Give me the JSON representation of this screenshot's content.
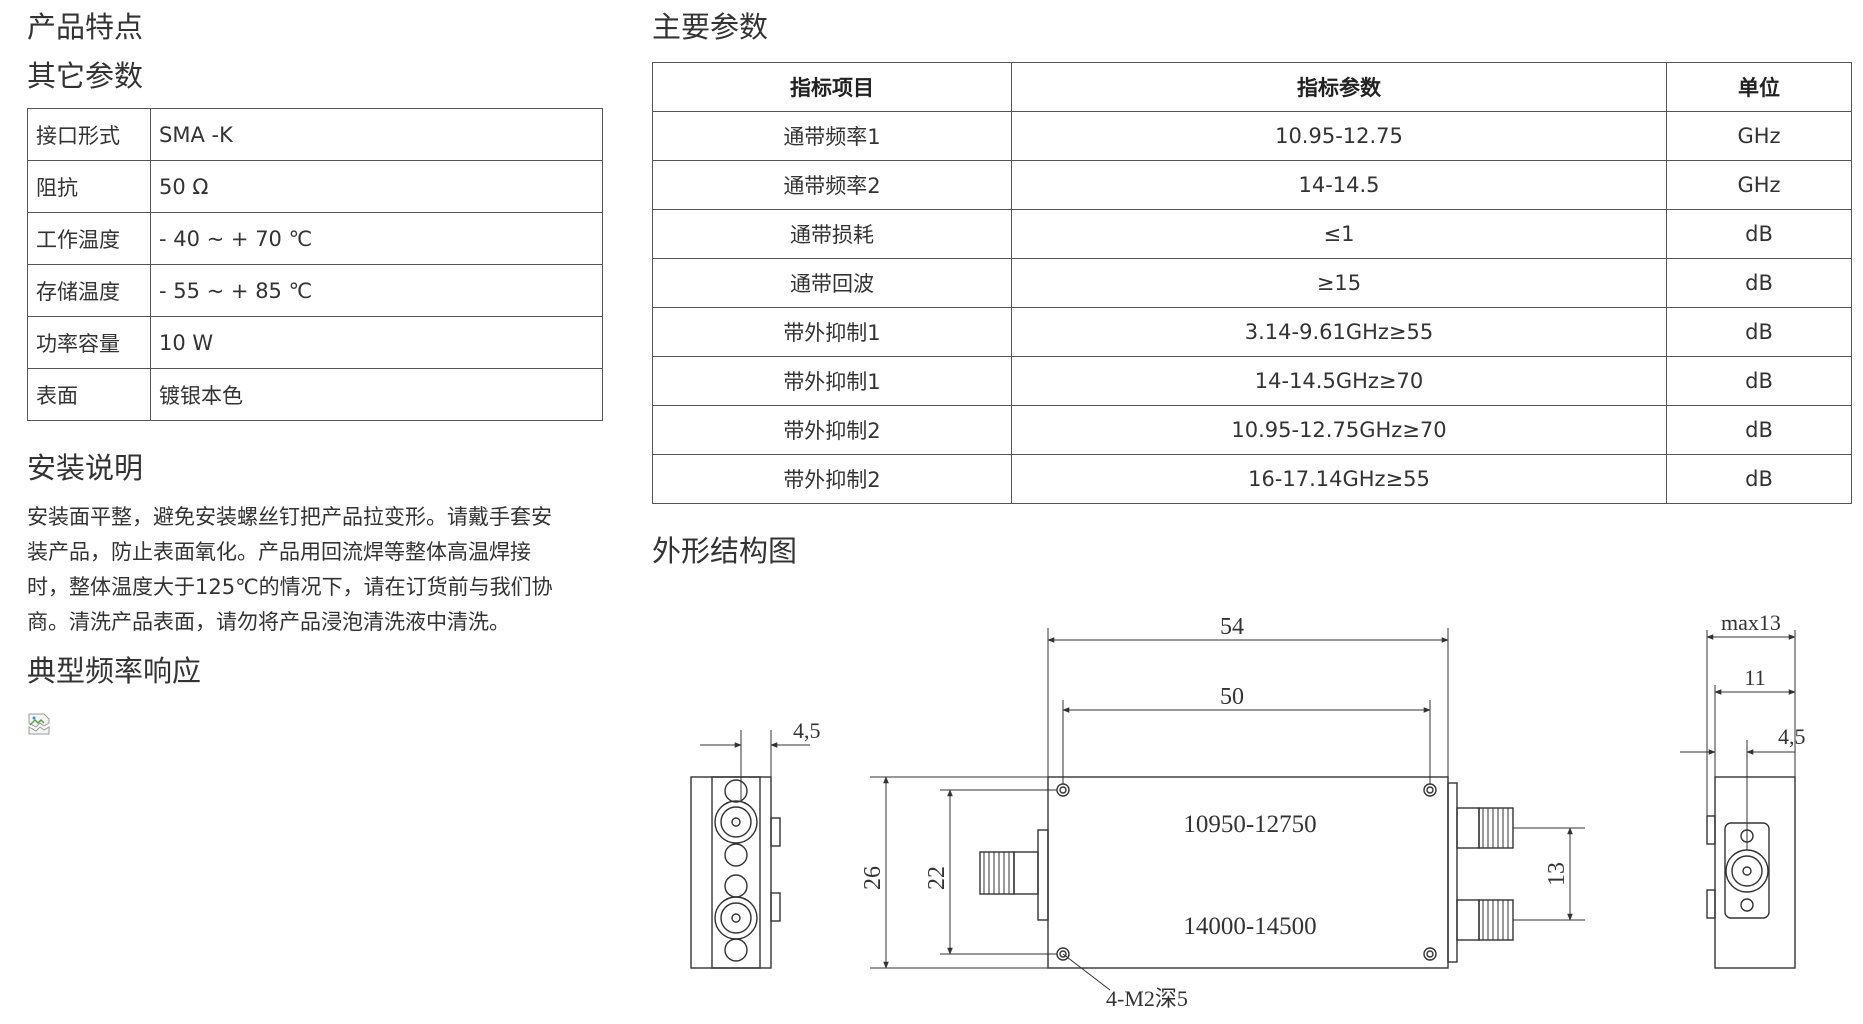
{
  "left": {
    "features_heading": "产品特点",
    "other_params_heading": "其它参数",
    "spec_rows": [
      {
        "key": "接口形式",
        "value": "SMA -K"
      },
      {
        "key": "阻抗",
        "value": "50 Ω"
      },
      {
        "key": "工作温度",
        "value": "- 40 ~ + 70 ℃"
      },
      {
        "key": "存储温度",
        "value": "- 55 ~ + 85 ℃"
      },
      {
        "key": "功率容量",
        "value": "10 W"
      },
      {
        "key": "表面",
        "value": "镀银本色"
      }
    ],
    "install_heading": "安装说明",
    "install_lines": [
      "安装面平整，避免安装螺丝钉把产品拉变形。请戴手套安",
      "装产品，防止表面氧化。产品用回流焊等整体高温焊接",
      "时，整体温度大于125℃的情况下，请在订货前与我们协",
      "商。清洗产品表面，请勿将产品浸泡清洗液中清洗。"
    ],
    "freq_response_heading": "典型频率响应"
  },
  "right": {
    "main_params_heading": "主要参数",
    "table_headers": [
      "指标项目",
      "指标参数",
      "单位"
    ],
    "table_rows": [
      [
        "通带频率1",
        "10.95-12.75",
        "GHz"
      ],
      [
        "通带频率2",
        "14-14.5",
        "GHz"
      ],
      [
        "通带损耗",
        "≤1",
        "dB"
      ],
      [
        "通带回波",
        "≥15",
        "dB"
      ],
      [
        "带外抑制1",
        "3.14-9.61GHz≥55",
        "dB"
      ],
      [
        "带外抑制1",
        "14-14.5GHz≥70",
        "dB"
      ],
      [
        "带外抑制2",
        "10.95-12.75GHz≥70",
        "dB"
      ],
      [
        "带外抑制2",
        "16-17.14GHz≥55",
        "dB"
      ]
    ],
    "outline_heading": "外形结构图"
  },
  "drawing": {
    "dim_54": "54",
    "dim_50": "50",
    "dim_26": "26",
    "dim_22": "22",
    "dim_13": "13",
    "dim_4_5_left": "4,5",
    "dim_4_5_right": "4,5",
    "dim_max13": "max13",
    "dim_11": "11",
    "band_label_1": "10950-12750",
    "band_label_2": "14000-14500",
    "mount_note": "4-M2深5"
  },
  "colors": {
    "line": "#333333",
    "text": "#333333",
    "border": "#555555"
  }
}
